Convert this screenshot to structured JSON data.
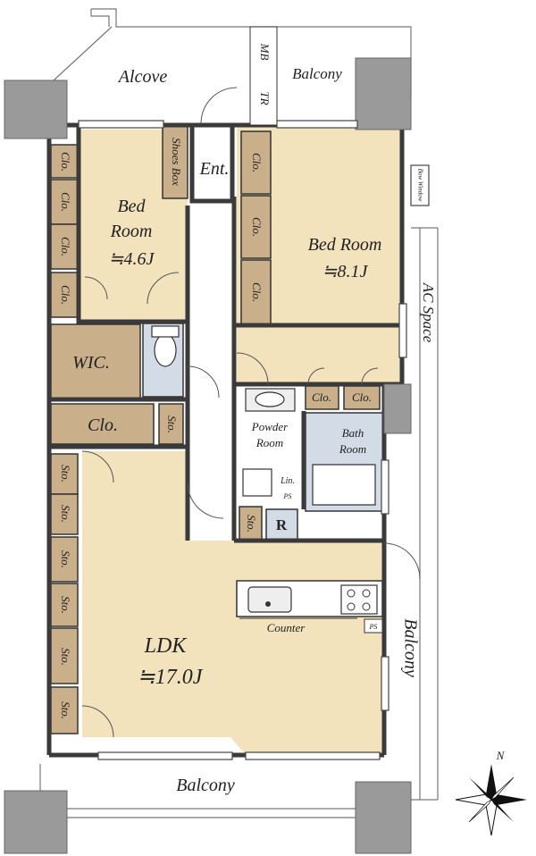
{
  "rooms": {
    "alcove": "Alcove",
    "balcony_top": "Balcony",
    "mb": "MB",
    "tr": "TR",
    "shoes_box": "Shoes Box",
    "entrance": "Ent.",
    "bed_left_name1": "Bed",
    "bed_left_name2": "Room",
    "bed_left_size": "≒4.6J",
    "bed_right_name": "Bed Room",
    "bed_right_size": "≒8.1J",
    "bow_window": "Bow Window",
    "ac_space": "AC Space",
    "wic": "WIC.",
    "clo_large": "Clo.",
    "powder1": "Powder",
    "powder2": "Room",
    "bath1": "Bath",
    "bath2": "Room",
    "lin": "Lin.",
    "ps": "PS",
    "ps2": "PS",
    "r": "R",
    "counter": "Counter",
    "ldk": "LDK",
    "ldk_size": "≒17.0J",
    "balcony_right": "Balcony",
    "balcony_bottom": "Balcony",
    "compass_n": "N"
  },
  "closet_label": "Clo.",
  "storage_label": "Sto.",
  "colors": {
    "floor": "#f3e3bc",
    "cabinet": "#c9b08a",
    "wet": "#d3dbe6",
    "column": "#9a9a9a",
    "wall": "#333333"
  }
}
